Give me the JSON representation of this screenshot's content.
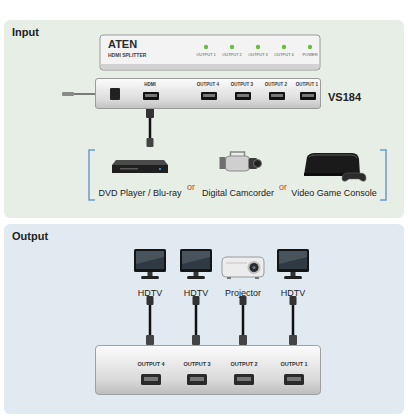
{
  "diagram": {
    "nodes": [
      {
        "text": [
          "Input"
        ]
      },
      {
        "text": [
          "VS184"
        ],
        "in": 0
      },
      {
        "text": [
          "DVD Player / Blu-ray"
        ],
        "in": 0
      },
      {
        "text": [
          "Digital Camcorder"
        ],
        "in": 0
      },
      {
        "text": [
          "Video Game Console"
        ],
        "in": 0
      },
      {
        "text": [
          "Output"
        ]
      },
      {
        "text": [
          "HDTV"
        ],
        "in": 5
      },
      {
        "text": [
          "HDTV"
        ],
        "in": 5
      },
      {
        "text": [
          "Projector"
        ],
        "in": 5
      },
      {
        "text": [
          "HDTV"
        ],
        "in": 5
      },
      {
        "text": [
          "OUTPUT 4",
          "OUTPUT 3",
          "OUTPUT 2",
          "OUTPUT 1"
        ],
        "in": 5
      }
    ],
    "edges": [
      {
        "from": 6,
        "to": 10,
        "arrow": "none"
      },
      {
        "from": 7,
        "to": 10,
        "arrow": "none"
      },
      {
        "from": 8,
        "to": 10,
        "arrow": "none"
      },
      {
        "from": 9,
        "to": 10,
        "arrow": "none"
      }
    ],
    "labels": [
      "ATEN",
      "HDMI SPLITTER",
      "OUTPUT 1",
      "OUTPUT 2",
      "OUTPUT 3",
      "OUTPUT 4",
      "POWER",
      "HDMI",
      "OUTPUT 4",
      "OUTPUT 3",
      "OUTPUT 2",
      "OUTPUT 1",
      "or",
      "or"
    ]
  }
}
